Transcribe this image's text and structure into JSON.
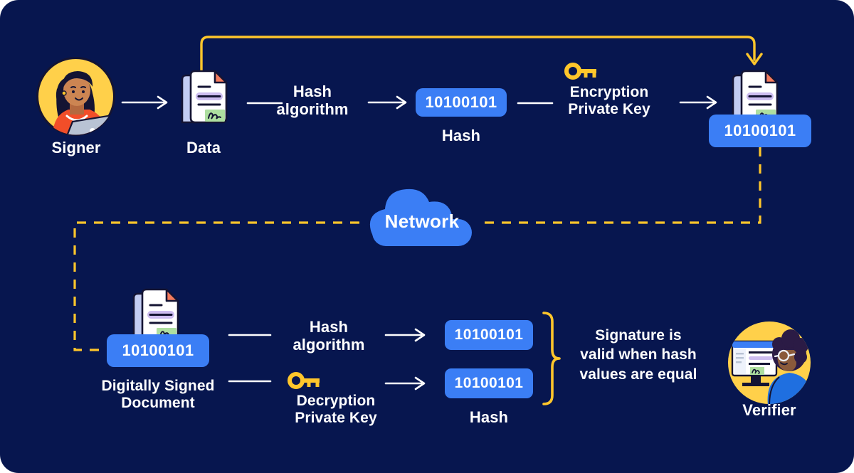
{
  "diagram": {
    "title_colors": {
      "background": "#07164f",
      "accent_blue": "#3b7ef5",
      "accent_yellow": "#ffc62b",
      "avatar_yellow": "#ffd04a",
      "white": "#ffffff",
      "doc_orange": "#f47b5d",
      "doc_lavender": "#cdbdf0",
      "doc_back": "#c3cdf2",
      "sig_green": "#aedfa0"
    },
    "top_row": {
      "signer_label": "Signer",
      "data_label": "Data",
      "hash_algorithm_label": "Hash\nalgorithm",
      "hash_value": "10100101",
      "hash_label": "Hash",
      "encryption_label": "Encryption\nPrivate Key",
      "signed_hash_value": "10100101",
      "key_icon": "key-icon",
      "signer_avatar_icon": "signer-avatar-icon",
      "data_document_icon": "document-icon",
      "signed_document_icon": "signed-document-icon"
    },
    "network": {
      "label": "Network",
      "cloud_icon": "cloud-icon"
    },
    "bottom_row": {
      "signed_doc_hash_value": "10100101",
      "signed_doc_label": "Digitally Signed\nDocument",
      "hash_algorithm_label": "Hash\nalgorithm",
      "decryption_label": "Decryption\nPrivate Key",
      "key_icon": "key-icon",
      "hash_out_top": "10100101",
      "hash_out_bottom": "10100101",
      "hash_label": "Hash",
      "conclusion": "Signature is\nvalid when hash\nvalues are equal",
      "verifier_label": "Verifier",
      "verifier_avatar_icon": "verifier-avatar-icon",
      "brace_icon": "curly-brace-icon"
    }
  }
}
